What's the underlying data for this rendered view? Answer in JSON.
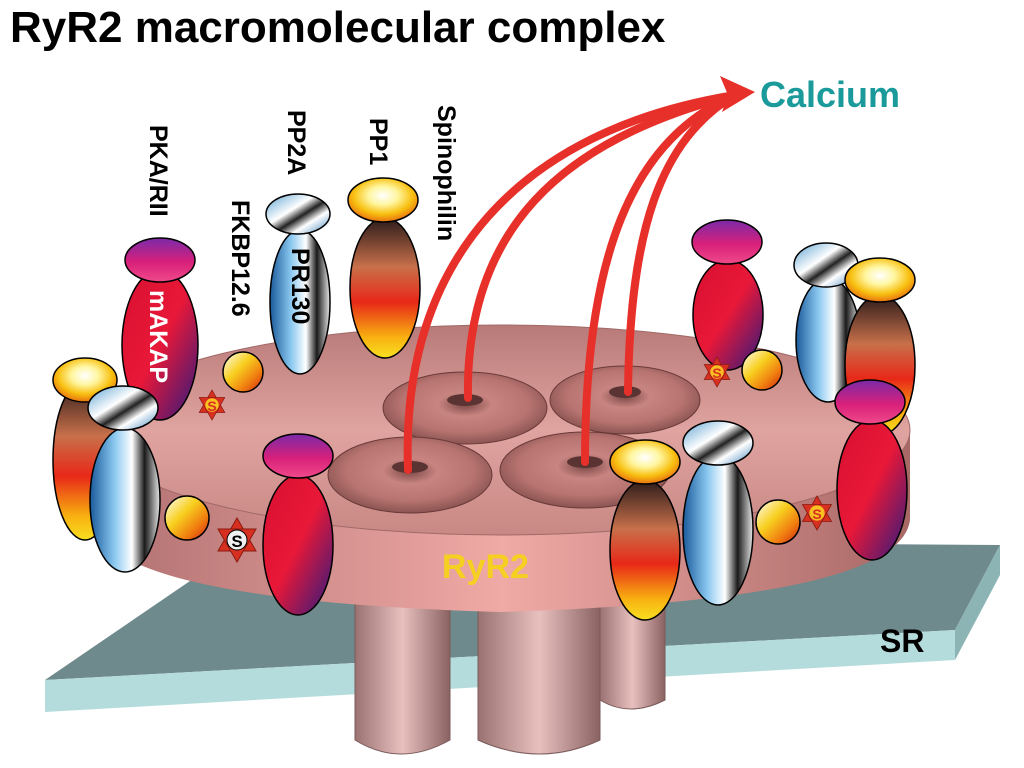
{
  "title": "RyR2 macromolecular complex",
  "labels": {
    "calcium": "Calcium",
    "ryr2": "RyR2",
    "sr": "SR",
    "pka_rii": "PKA/RII",
    "makap": "mAKAP",
    "fkbp": "FKBP12.6",
    "pp2a": "PP2A",
    "pr130": "PR130",
    "pp1": "PP1",
    "spinophilin": "Spinophilin",
    "serine": "S"
  },
  "colors": {
    "calcium_text": "#1a9a9a",
    "ryr2_text": "#f5d020",
    "arrow": "#e8302a",
    "membrane_top": "#6e8a8c",
    "membrane_side": "#b5dcdc",
    "ryr_body": "#d99a96",
    "star": "#d83020"
  },
  "icons": [
    "arrow-icon",
    "phosphoserine-star-icon"
  ]
}
